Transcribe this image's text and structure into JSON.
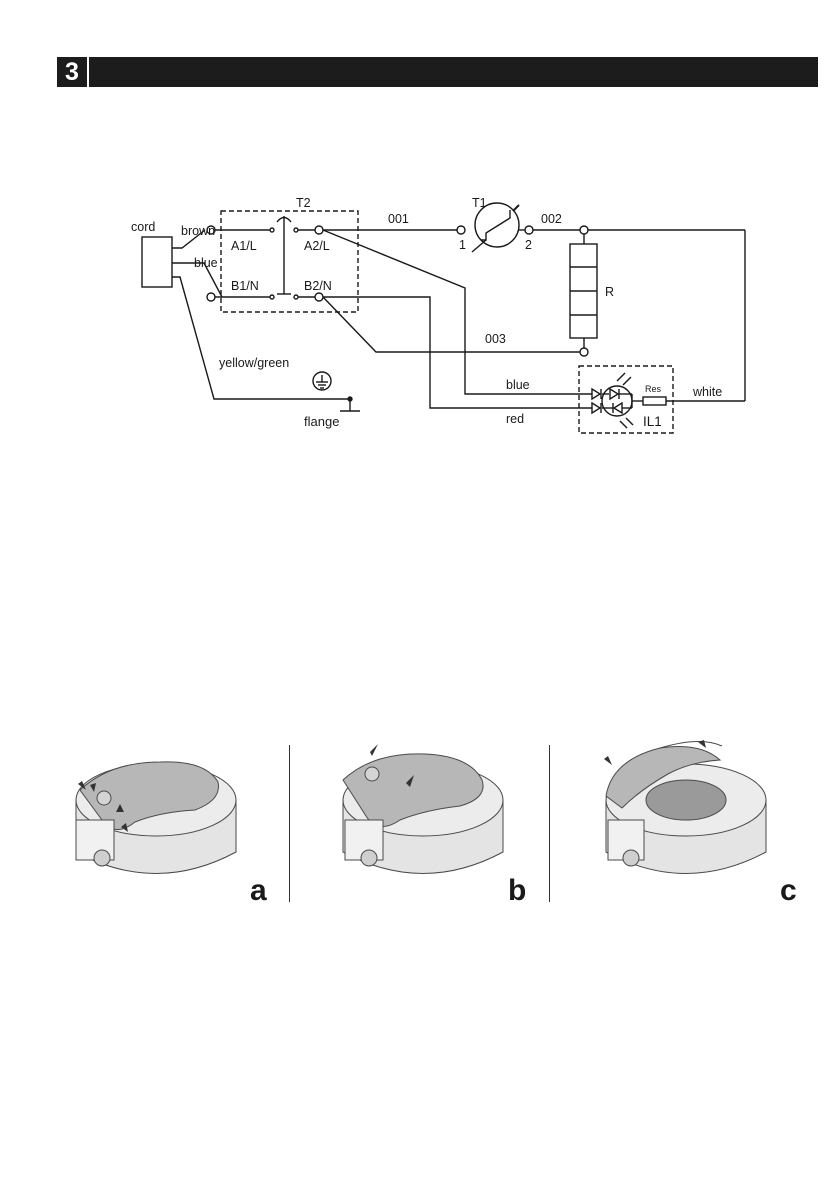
{
  "section": {
    "number": "3"
  },
  "diagram": {
    "cord": "cord",
    "brown": "brown",
    "blue_wire": "blue",
    "yellow_green": "yellow/green",
    "flange": "flange",
    "t2": "T2",
    "a1l": "A1/L",
    "a2l": "A2/L",
    "b1n": "B1/N",
    "b2n": "B2/N",
    "w001": "001",
    "w002": "002",
    "w003": "003",
    "t1": "T1",
    "t1_pin1": "1",
    "t1_pin2": "2",
    "r": "R",
    "blue_lower": "blue",
    "red": "red",
    "res": "Res",
    "white": "white",
    "il1": "IL1"
  },
  "figures": [
    {
      "letter": "a"
    },
    {
      "letter": "b"
    },
    {
      "letter": "c"
    }
  ],
  "colors": {
    "bar": "#1c1c1c",
    "line": "#1a1a1a",
    "device": "#e6e6e6",
    "lid": "#b9b9b9"
  }
}
